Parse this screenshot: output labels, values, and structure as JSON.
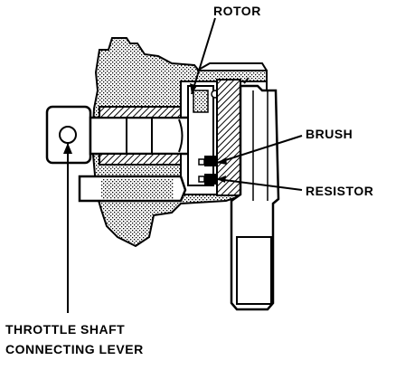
{
  "labels": {
    "rotor": "ROTOR",
    "brush": "BRUSH",
    "resistor": "RESISTOR",
    "lever_line1": "THROTTLE SHAFT",
    "lever_line2": "CONNECTING LEVER"
  },
  "colors": {
    "ink": "#000000",
    "paper": "#ffffff"
  }
}
